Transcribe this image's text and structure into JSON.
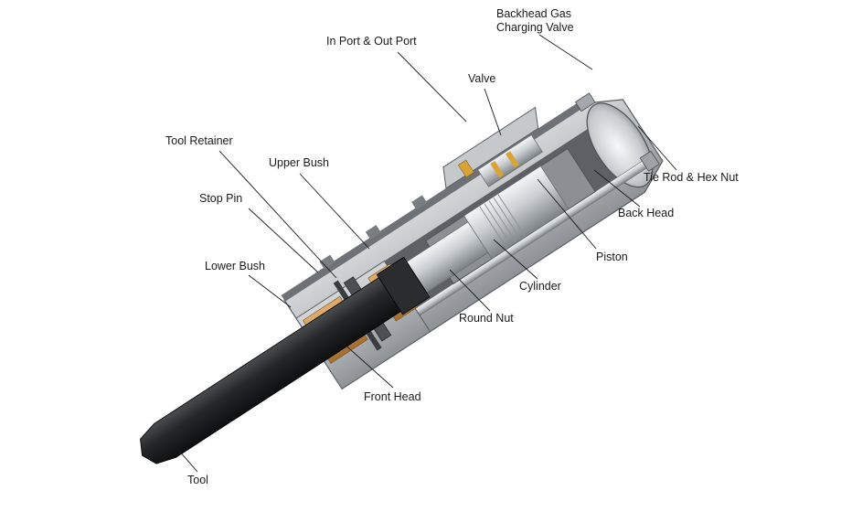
{
  "labels": {
    "backhead_gas_line1": "Backhead Gas",
    "backhead_gas_line2": "Charging Valve",
    "in_out_port": "In Port & Out Port",
    "valve": "Valve",
    "tool_retainer": "Tool Retainer",
    "upper_bush": "Upper Bush",
    "stop_pin": "Stop Pin",
    "lower_bush": "Lower Bush",
    "tie_rod": "Tie Rod & Hex Nut",
    "back_head": "Back Head",
    "piston": "Piston",
    "cylinder": "Cylinder",
    "round_nut": "Round Nut",
    "front_head": "Front Head",
    "tool": "Tool"
  },
  "colors": {
    "housing": "#b9bcbe",
    "housing_dark": "#5a5e62",
    "bronze": "#c8904a",
    "steel": "#d2d6d9",
    "tool": "#1e1f20",
    "brass": "#d8a437"
  }
}
